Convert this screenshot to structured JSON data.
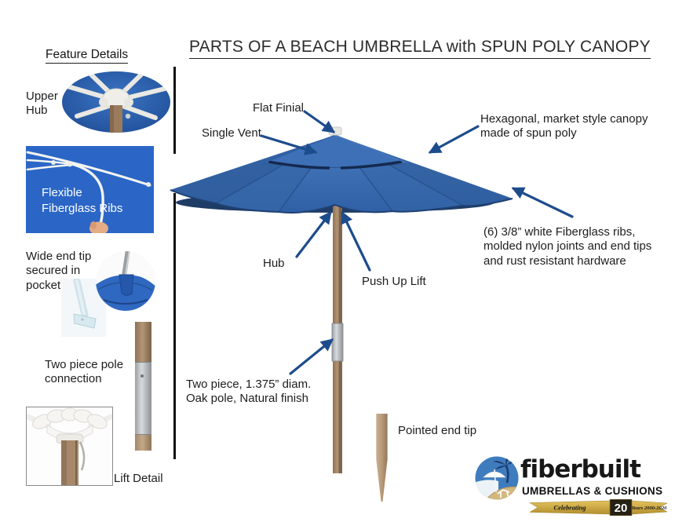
{
  "title": "PARTS OF A BEACH UMBRELLA with SPUN POLY CANOPY",
  "sidebar": {
    "heading": "Feature Details",
    "upper_hub": "Upper Hub",
    "flexible_ribs": "Flexible Fiberglass Ribs",
    "wide_end_tip": "Wide end tip secured in pocket",
    "two_piece_pole": "Two piece pole connection",
    "lift_detail": "Lift Detail"
  },
  "labels": {
    "flat_finial": "Flat Finial",
    "single_vent": "Single Vent",
    "canopy": "Hexagonal, market style canopy made of spun poly",
    "ribs": "(6) 3/8” white Fiberglass ribs, molded nylon joints and end tips and rust resistant hardware",
    "hub": "Hub",
    "push_up_lift": "Push Up Lift",
    "pole": "Two piece, 1.375” diam. Oak pole, Natural finish",
    "pointed_end_tip": "Pointed end tip"
  },
  "logo": {
    "brand": "fiberbuilt",
    "tagline": "UMBRELLAS & CUSHIONS",
    "celebrating": "Celebrating",
    "years_number": "20",
    "years_text": "Years 2000-2020"
  },
  "colors": {
    "canopy_blue": "#3a6fb7",
    "arrow_blue": "#1d4c8c",
    "sidebar_photo_blue": "#2b66c7",
    "wood": "#9a7b5c",
    "gold": "#cda43d"
  }
}
